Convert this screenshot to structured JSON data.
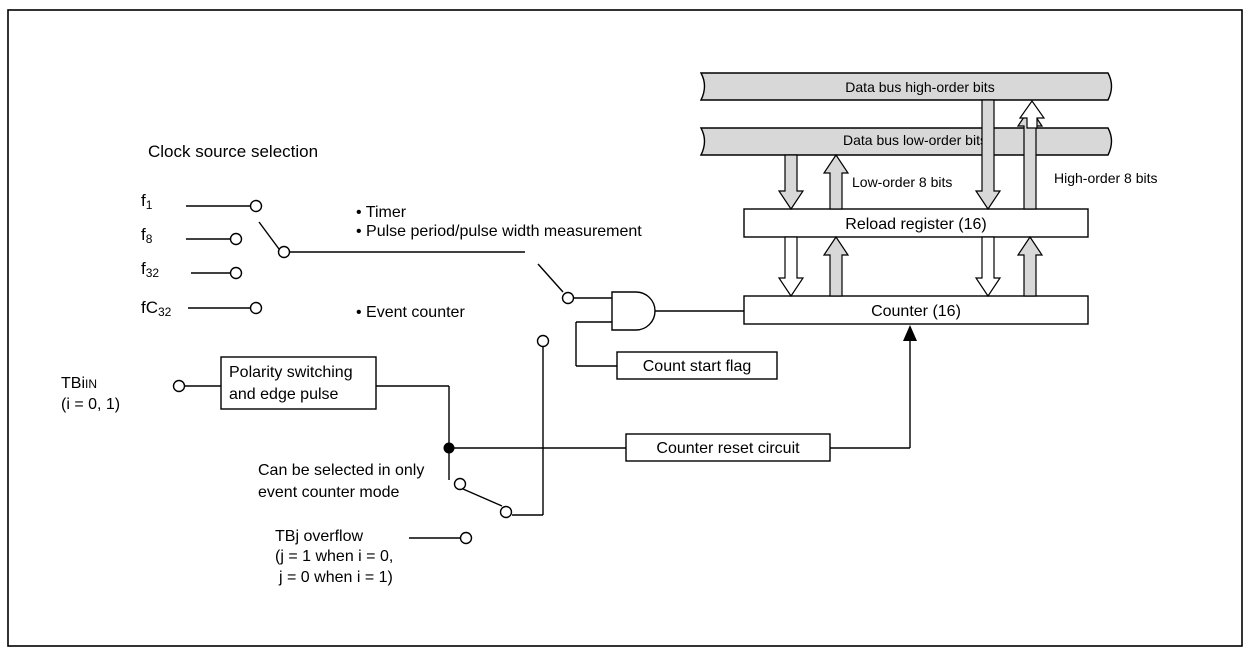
{
  "title": "Clock source selection",
  "clock_inputs": {
    "f1": {
      "base": "f",
      "sub": "1"
    },
    "f8": {
      "base": "f",
      "sub": "8"
    },
    "f32": {
      "base": "f",
      "sub": "32"
    },
    "fc32": {
      "base": "fC",
      "sub": "32"
    }
  },
  "modes": {
    "timer": "• Timer",
    "pulse": "• Pulse period/pulse width measurement",
    "event": "• Event counter"
  },
  "tbi": {
    "base": "TBi",
    "sub": "IN",
    "range": "(i = 0, 1)"
  },
  "polarity_box": {
    "line1": "Polarity switching",
    "line2": "and edge pulse"
  },
  "selectable_note": {
    "line1": "Can be selected in only",
    "line2": "event counter mode"
  },
  "tbj": {
    "line1": "TBj overflow",
    "line2": "(j = 1 when i = 0,",
    "line3": "j = 0 when i = 1)"
  },
  "count_start_flag": "Count start flag",
  "counter_reset_circuit": "Counter reset circuit",
  "counter": "Counter (16)",
  "reload_register": "Reload register (16)",
  "data_bus_high": "Data bus high-order bits",
  "data_bus_low": "Data bus low-order bits",
  "low_order_bits": "Low-order 8 bits",
  "high_order_bits": "High-order 8 bits"
}
